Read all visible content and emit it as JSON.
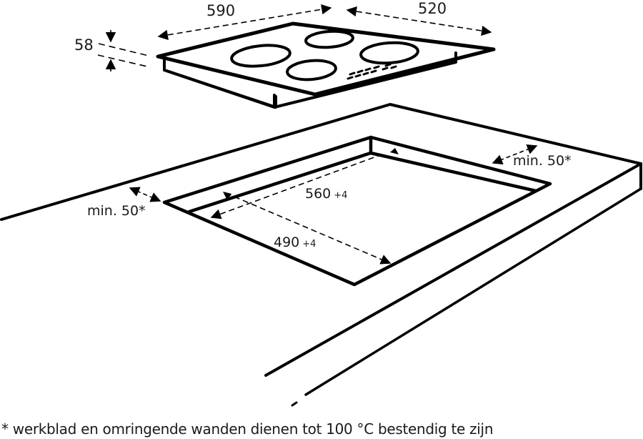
{
  "diagram": {
    "type": "installation-drawing",
    "subject": "built-in cooktop (hob) and worktop cut-out",
    "hob": {
      "width_label": "590",
      "depth_label": "520",
      "height_label": "58",
      "burner_count": 4,
      "control_indicator": "touch control dots"
    },
    "cutout": {
      "width_label": "560",
      "width_tolerance": "+4",
      "depth_label": "490",
      "depth_tolerance": "+4"
    },
    "clearances": {
      "front_label": "min. 50*",
      "rear_label": "min. 50*"
    },
    "footnote": "* werkblad en omringende wanden dienen tot 100 °C bestendig te zijn",
    "colors": {
      "line": "#000000",
      "background": "#ffffff"
    }
  }
}
